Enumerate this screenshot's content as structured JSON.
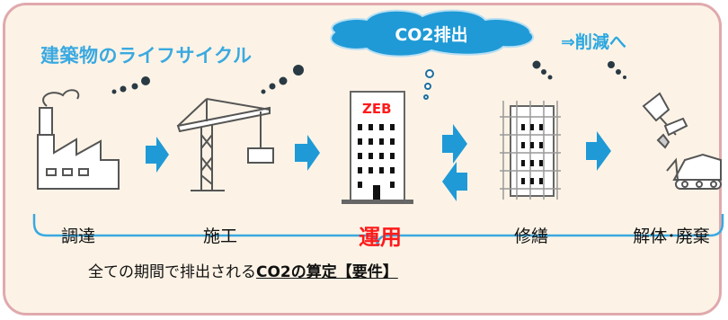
{
  "title": "建築物のライフサイクル",
  "cloud_label": "CO2排出",
  "reduce_label": "⇒削減へ",
  "building_label": "ZEB",
  "stages": [
    "調達",
    "施工",
    "運用",
    "修繕",
    "解体･廃棄"
  ],
  "summary_prefix": "全ての期間で排出される",
  "summary_emphasis": "CO2の算定【要件】",
  "colors": {
    "frame_border": "#e0a9ad",
    "frame_bg": "#fcf3e6",
    "accent_blue": "#3aa9e0",
    "arrow_fill": "#1f9ad6",
    "highlight_red": "#ff1a1a"
  }
}
